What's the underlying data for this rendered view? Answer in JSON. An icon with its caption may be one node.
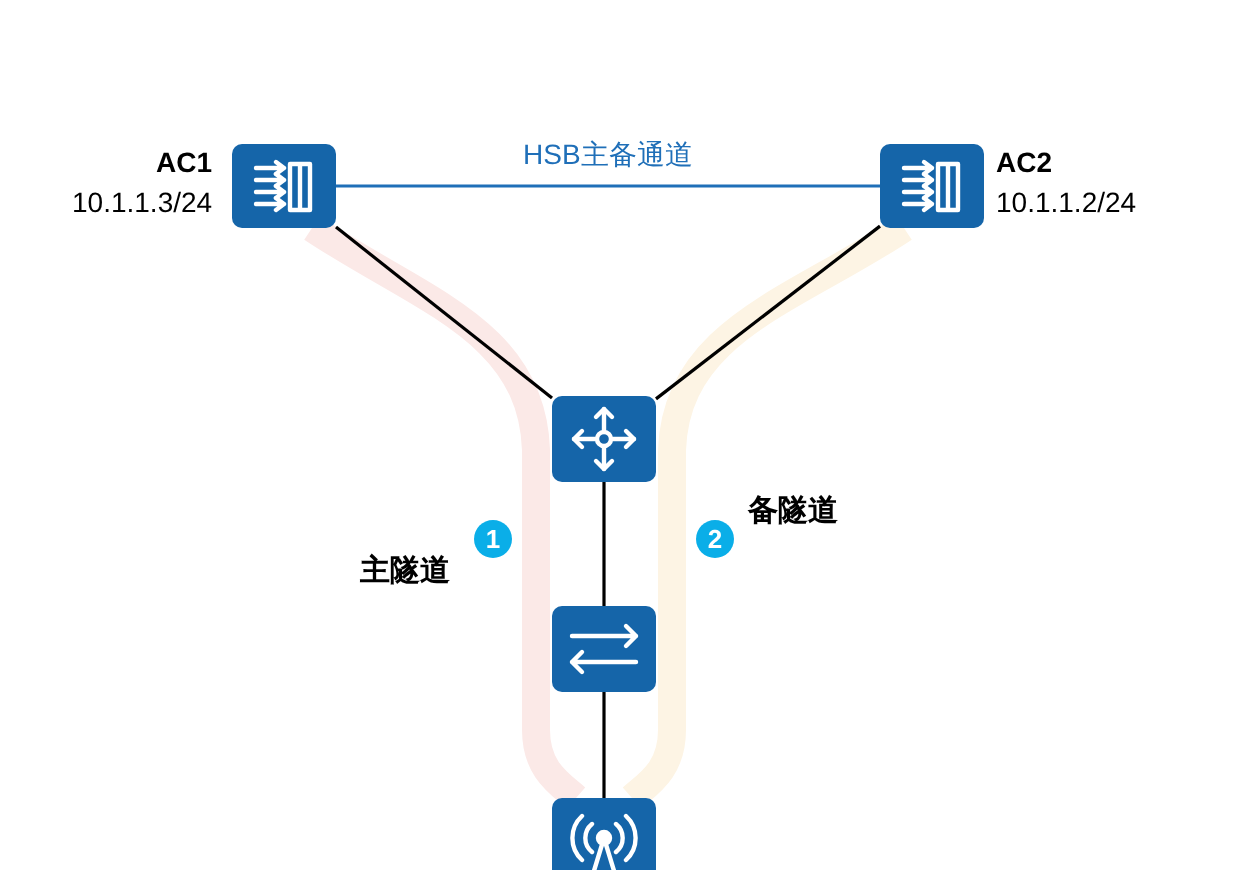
{
  "diagram": {
    "nodes": [
      {
        "text": [],
        "shape": "box",
        "beside": [
          "AC1",
          "10.1.1.3/24"
        ]
      },
      {
        "text": [],
        "shape": "box",
        "beside": [
          "AC2",
          "10.1.1.2/24"
        ]
      },
      {
        "text": [],
        "shape": "box"
      },
      {
        "text": [],
        "shape": "box"
      },
      {
        "text": [],
        "shape": "box"
      },
      {
        "text": [
          "1"
        ]
      },
      {
        "text": [
          "2"
        ]
      }
    ],
    "edges": [
      {
        "from": 0,
        "to": 1,
        "arrow": "none",
        "label": "HSB主备通道",
        "color": "#1f6fb8"
      },
      {
        "from": 0,
        "to": 2,
        "arrow": "none"
      },
      {
        "from": 1,
        "to": 2,
        "arrow": "none"
      },
      {
        "from": 2,
        "to": 3,
        "arrow": "none"
      },
      {
        "from": 3,
        "to": 4,
        "arrow": "none"
      },
      {
        "from": 0,
        "to": 4,
        "arrow": "none",
        "style": "thick",
        "color": "#fbe9e7"
      },
      {
        "from": 1,
        "to": 4,
        "arrow": "none",
        "style": "thick",
        "color": "#fdf4e4"
      }
    ],
    "labels": [
      "备隧道",
      "主隧道"
    ]
  }
}
